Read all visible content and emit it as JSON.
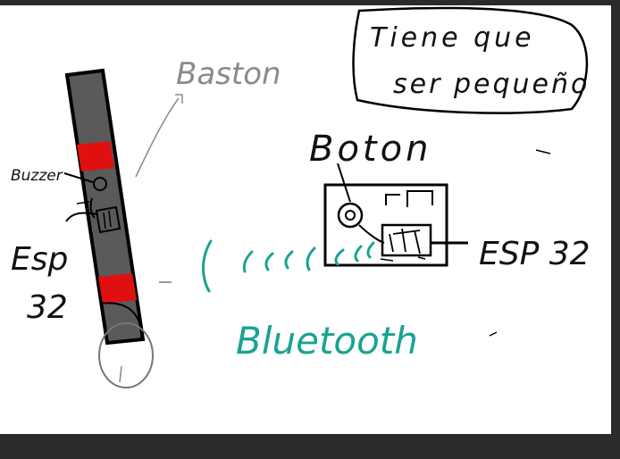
{
  "labels": {
    "baston": "Baston",
    "buzzer": "Buzzer",
    "esp_left_line1": "Esp",
    "esp_left_line2": "32",
    "boton": "Boton",
    "esp_right": "ESP 32",
    "bluetooth": "Bluetooth",
    "note_line1": "Tiene que",
    "note_line2": "ser pequeño"
  },
  "colors": {
    "background": "#ffffff",
    "frame": "#2b2b2b",
    "cane_body": "#5a5a5a",
    "cane_band": "#e01010",
    "ink": "#111111",
    "pencil": "#8a8a8a",
    "signal": "#1aa393"
  }
}
